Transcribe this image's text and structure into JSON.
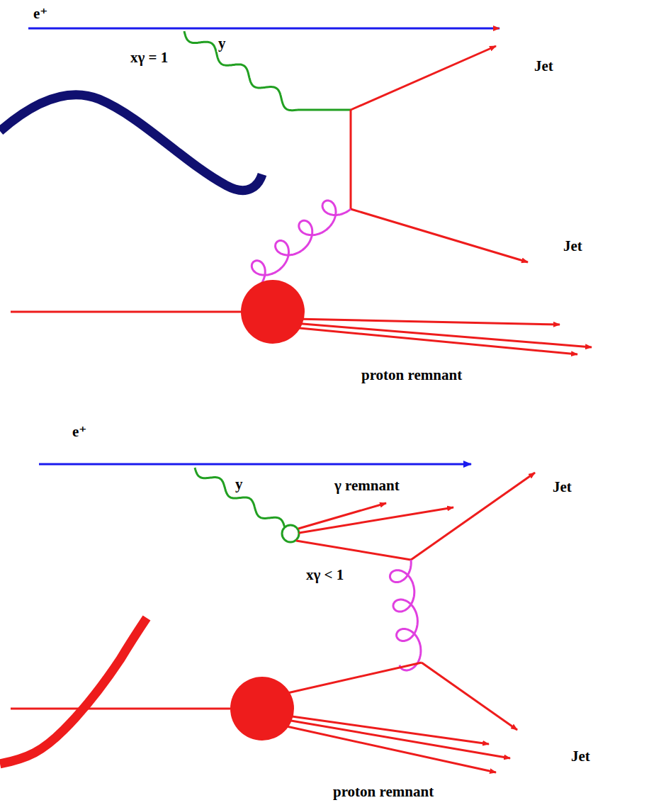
{
  "diagram": {
    "labels": [
      "e⁺",
      "y",
      "xγ = 1",
      "Jet",
      "Jet",
      "proton remnant",
      "e⁺",
      "y",
      "γ remnant",
      "xγ < 1",
      "Jet",
      "Jet",
      "proton remnant"
    ]
  }
}
